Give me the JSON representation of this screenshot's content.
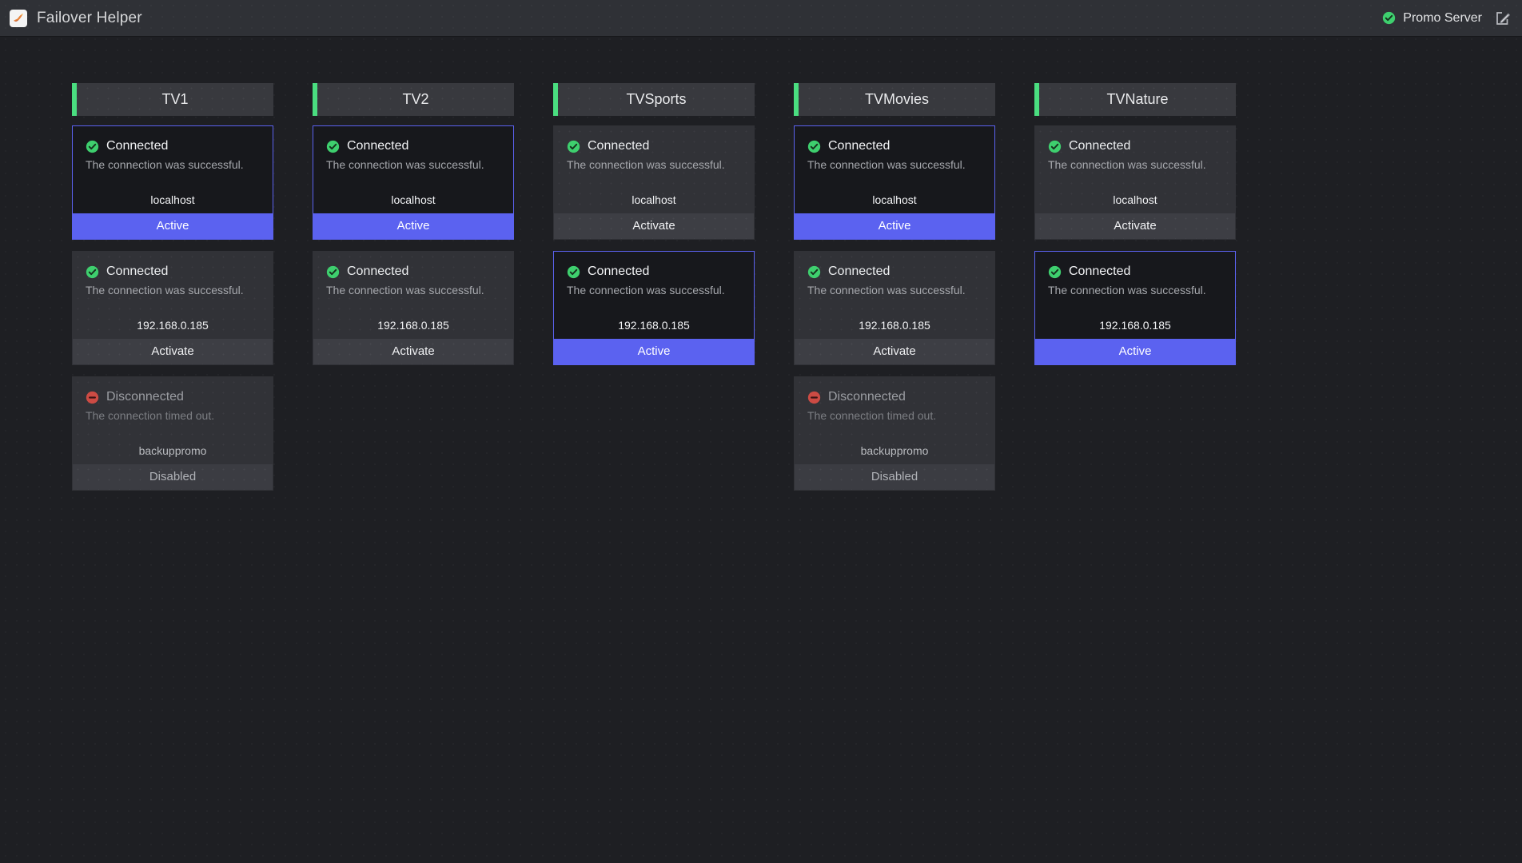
{
  "titlebar": {
    "app_name": "Failover Helper",
    "app_icon": "app-logo-icon",
    "server_status_icon": "check-circle-icon",
    "server_label": "Promo Server",
    "edit_icon": "edit-pencil-icon",
    "accent_blue": "#5b62f0",
    "accent_green": "#4ade80",
    "accent_red": "#d9534f"
  },
  "columns": [
    {
      "title": "TV1",
      "cards": [
        {
          "status": "Connected",
          "status_icon": "check-circle-icon",
          "description": "The connection was successful.",
          "host": "localhost",
          "action": "Active",
          "state": "active"
        },
        {
          "status": "Connected",
          "status_icon": "check-circle-icon",
          "description": "The connection was successful.",
          "host": "192.168.0.185",
          "action": "Activate",
          "state": "inactive"
        },
        {
          "status": "Disconnected",
          "status_icon": "minus-circle-icon",
          "description": "The connection timed out.",
          "host": "backuppromo",
          "action": "Disabled",
          "state": "disabled"
        }
      ]
    },
    {
      "title": "TV2",
      "cards": [
        {
          "status": "Connected",
          "status_icon": "check-circle-icon",
          "description": "The connection was successful.",
          "host": "localhost",
          "action": "Active",
          "state": "active"
        },
        {
          "status": "Connected",
          "status_icon": "check-circle-icon",
          "description": "The connection was successful.",
          "host": "192.168.0.185",
          "action": "Activate",
          "state": "inactive"
        }
      ]
    },
    {
      "title": "TVSports",
      "cards": [
        {
          "status": "Connected",
          "status_icon": "check-circle-icon",
          "description": "The connection was successful.",
          "host": "localhost",
          "action": "Activate",
          "state": "inactive"
        },
        {
          "status": "Connected",
          "status_icon": "check-circle-icon",
          "description": "The connection was successful.",
          "host": "192.168.0.185",
          "action": "Active",
          "state": "active"
        }
      ]
    },
    {
      "title": "TVMovies",
      "cards": [
        {
          "status": "Connected",
          "status_icon": "check-circle-icon",
          "description": "The connection was successful.",
          "host": "localhost",
          "action": "Active",
          "state": "active"
        },
        {
          "status": "Connected",
          "status_icon": "check-circle-icon",
          "description": "The connection was successful.",
          "host": "192.168.0.185",
          "action": "Activate",
          "state": "inactive"
        },
        {
          "status": "Disconnected",
          "status_icon": "minus-circle-icon",
          "description": "The connection timed out.",
          "host": "backuppromo",
          "action": "Disabled",
          "state": "disabled"
        }
      ]
    },
    {
      "title": "TVNature",
      "cards": [
        {
          "status": "Connected",
          "status_icon": "check-circle-icon",
          "description": "The connection was successful.",
          "host": "localhost",
          "action": "Activate",
          "state": "inactive"
        },
        {
          "status": "Connected",
          "status_icon": "check-circle-icon",
          "description": "The connection was successful.",
          "host": "192.168.0.185",
          "action": "Active",
          "state": "active"
        }
      ]
    }
  ]
}
